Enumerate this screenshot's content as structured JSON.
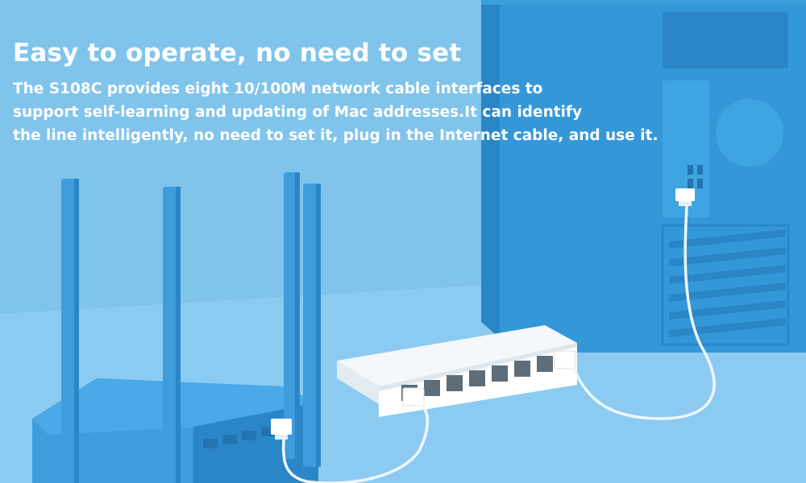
{
  "banner": {
    "headline": "Easy to operate, no need to set",
    "description_lines": [
      "The S108C provides eight 10/100M network cable interfaces to",
      "support self-learning and updating of Mac addresses.It can identify",
      "the line intelligently, no need to set it, plug in the Internet cable, and use it."
    ]
  },
  "colors": {
    "background": "#80c4ec",
    "floor": "#8ccbf1",
    "router": "#3f9ddc",
    "router_dark": "#2a86c6",
    "pc_tower": "#3498d8",
    "pc_tower_dark": "#2a86c6",
    "switch_body": "#ffffff",
    "port": "#5f6d78",
    "cable": "#eef6fb",
    "text": "#ffffff"
  },
  "icons": {
    "router": "wireless-router-illustration",
    "switch": "network-switch-illustration",
    "pc": "desktop-tower-illustration"
  },
  "device": {
    "port_count": 8,
    "antenna_count": 4
  }
}
